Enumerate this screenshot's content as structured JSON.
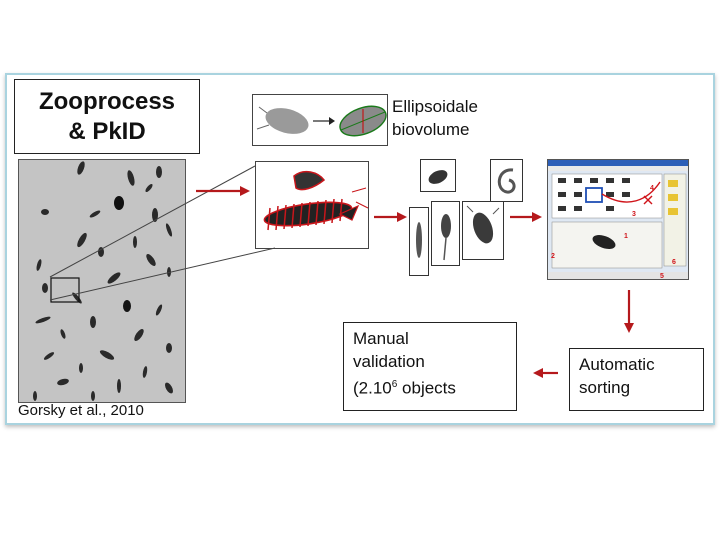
{
  "title": {
    "line1": "Zooprocess",
    "line2": "& PkID"
  },
  "citation": "Gorsky et al., 2010",
  "ellipsoid_label": {
    "line1": "Ellipsoidale",
    "line2": "biovolume"
  },
  "manual_validation": {
    "line1": "Manual",
    "line2": "validation",
    "line3_prefix": "(2.10",
    "line3_sup": "6",
    "line3_suffix": " objects"
  },
  "automatic_sorting": {
    "line1": "Automatic",
    "line2": "sorting"
  },
  "screen_annotations": [
    "1",
    "2",
    "3",
    "4",
    "5",
    "6"
  ],
  "colors": {
    "arrow": "#b5191c",
    "border": "#a9d3df"
  }
}
